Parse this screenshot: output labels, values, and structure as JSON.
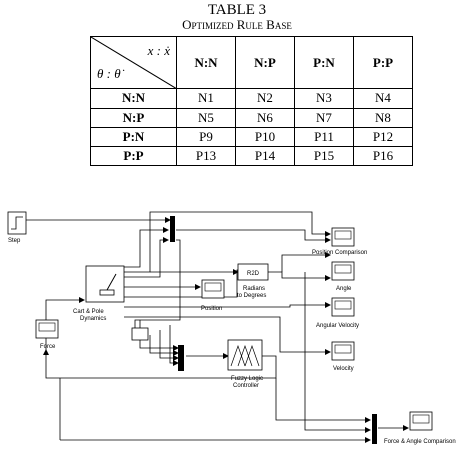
{
  "table": {
    "title": "TABLE 3",
    "subtitle": "Optimized Rule Base",
    "corner": {
      "x_label": "x : ẋ",
      "theta_label": "θ : θ̇"
    },
    "columns": [
      "N:N",
      "N:P",
      "P:N",
      "P:P"
    ],
    "rows": [
      {
        "label": "N:N",
        "cells": [
          "N1",
          "N2",
          "N3",
          "N4"
        ]
      },
      {
        "label": "N:P",
        "cells": [
          "N5",
          "N6",
          "N7",
          "N8"
        ]
      },
      {
        "label": "P:N",
        "cells": [
          "P9",
          "P10",
          "P11",
          "P12"
        ]
      },
      {
        "label": "P:P",
        "cells": [
          "P13",
          "P14",
          "P15",
          "P16"
        ]
      }
    ]
  },
  "diagram": {
    "blocks": {
      "step": "Step",
      "cart_pole": [
        "Cart & Pole",
        "Dynamics"
      ],
      "force": "Force",
      "position_scope": "Position",
      "r2d": "R2D",
      "radians_to_degrees": [
        "Radians",
        "to Degrees"
      ],
      "fuzzy": [
        "Fuzzy Logic",
        "Controller"
      ],
      "position_comparison": "Position Comparison",
      "angle": "Angle",
      "angular_velocity": "Angular Velocity",
      "velocity": "Velocity",
      "force_angle_comparison": "Force & Angle Comparison"
    }
  }
}
